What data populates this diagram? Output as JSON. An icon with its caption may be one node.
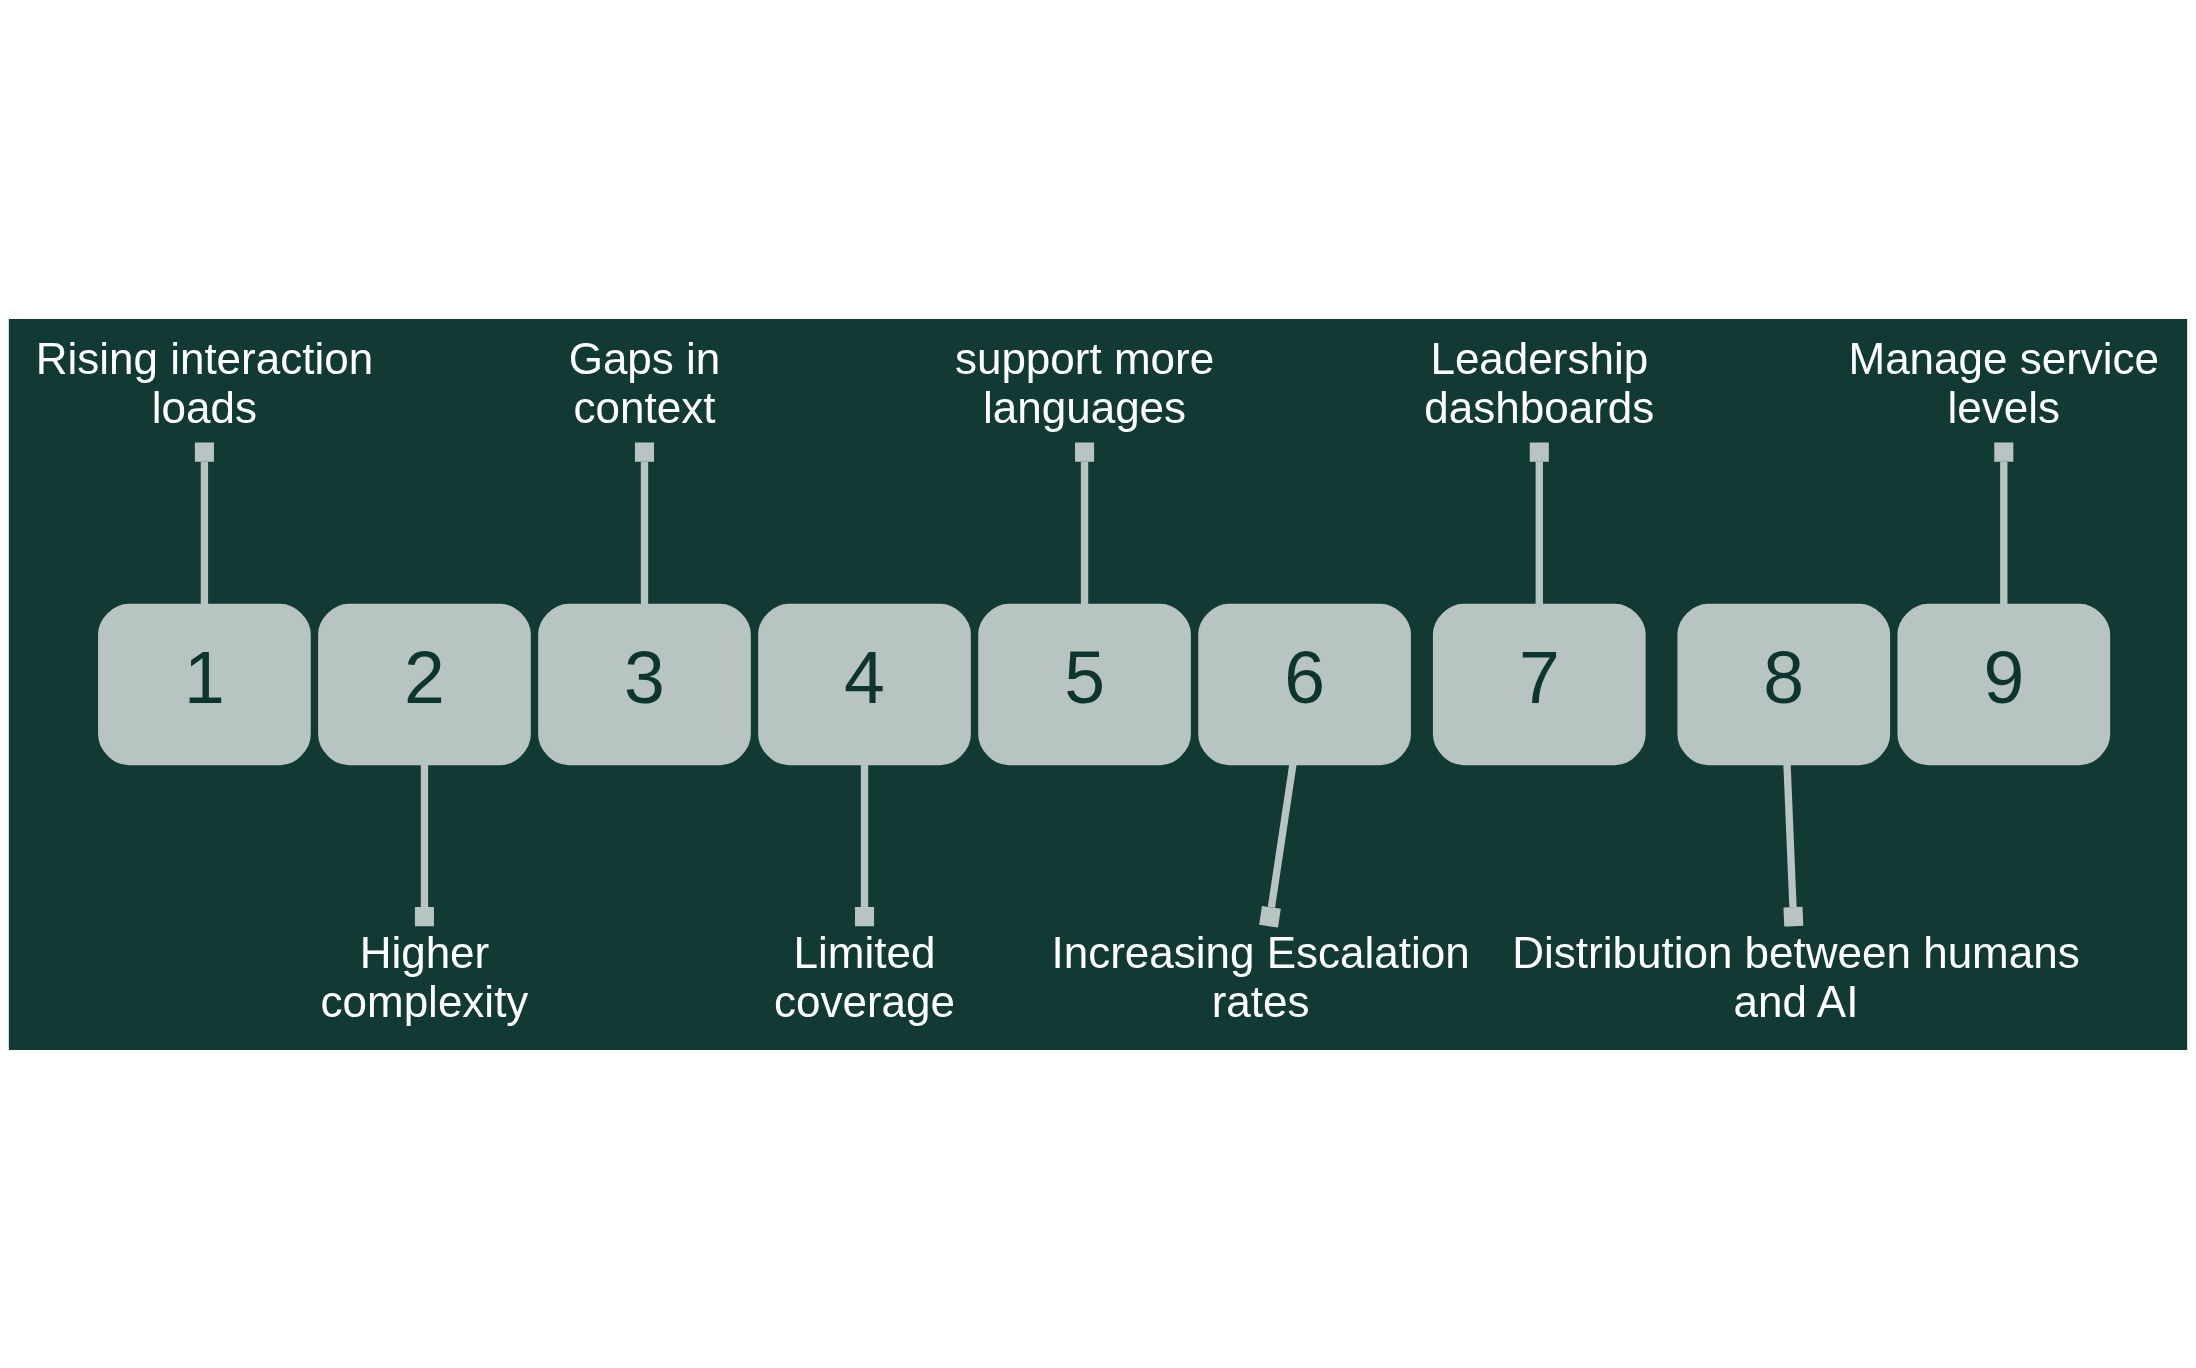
{
  "diagram": {
    "nodes": [
      {
        "text": [
          "1"
        ]
      },
      {
        "text": [
          "2"
        ]
      },
      {
        "text": [
          "3"
        ]
      },
      {
        "text": [
          "4"
        ]
      },
      {
        "text": [
          "5"
        ]
      },
      {
        "text": [
          "6"
        ]
      },
      {
        "text": [
          "7"
        ]
      },
      {
        "text": [
          "8"
        ]
      },
      {
        "text": [
          "9"
        ]
      },
      {
        "text": [
          "Rising interaction loads"
        ]
      },
      {
        "text": [
          "Higher complexity"
        ]
      },
      {
        "text": [
          "Gaps in context"
        ]
      },
      {
        "text": [
          "Limited coverage"
        ]
      },
      {
        "text": [
          "support more languages"
        ]
      },
      {
        "text": [
          "Increasing Escalation rates"
        ]
      },
      {
        "text": [
          "Leadership dashboards"
        ]
      },
      {
        "text": [
          "Distribution between humans and AI"
        ]
      },
      {
        "text": [
          "Manage service levels"
        ]
      }
    ],
    "edges": [
      {
        "from": 9,
        "to": 0,
        "arrow": "other"
      },
      {
        "from": 10,
        "to": 1,
        "arrow": "other"
      },
      {
        "from": 11,
        "to": 2,
        "arrow": "other"
      },
      {
        "from": 12,
        "to": 3,
        "arrow": "other"
      },
      {
        "from": 13,
        "to": 4,
        "arrow": "other"
      },
      {
        "from": 14,
        "to": 5,
        "arrow": "other"
      },
      {
        "from": 15,
        "to": 6,
        "arrow": "other"
      },
      {
        "from": 16,
        "to": 7,
        "arrow": "other"
      },
      {
        "from": 17,
        "to": 8,
        "arrow": "other"
      }
    ]
  }
}
